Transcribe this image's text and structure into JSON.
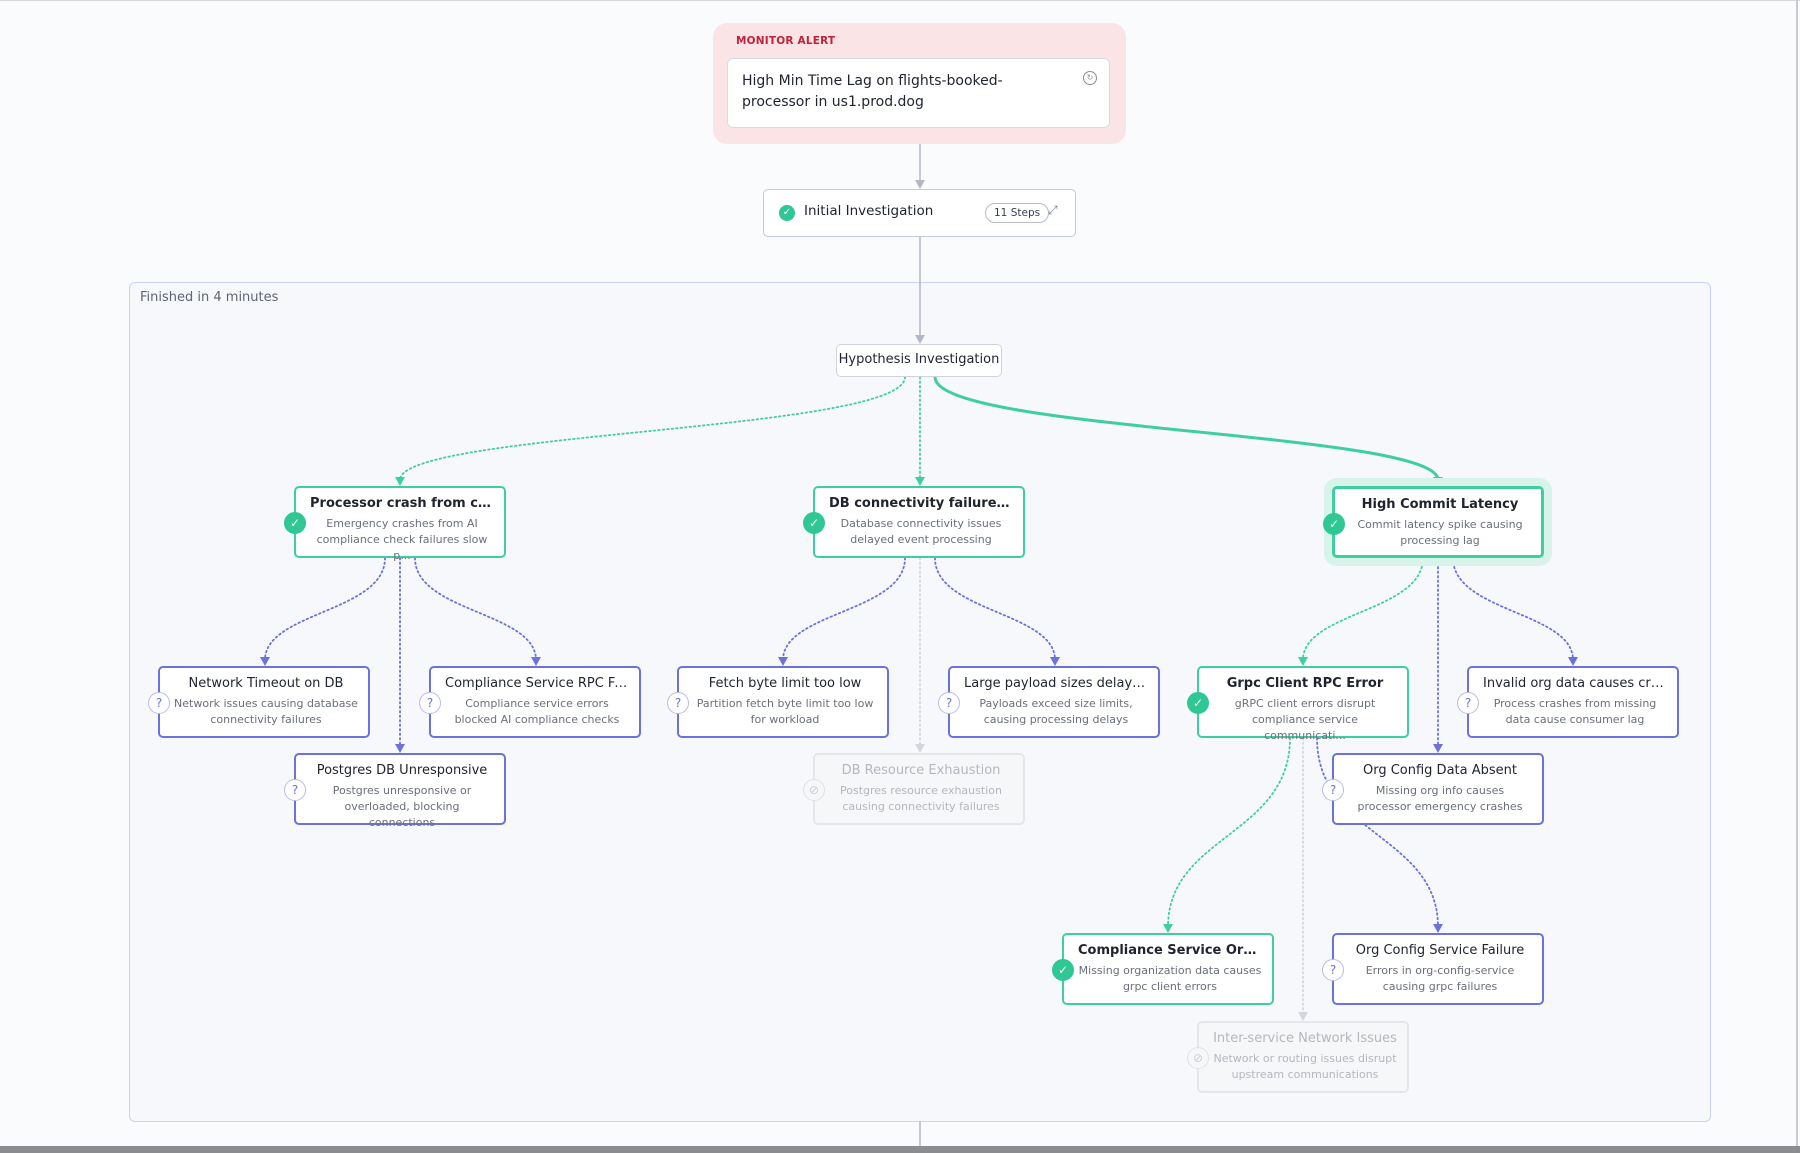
{
  "alert": {
    "label": "MONITOR ALERT",
    "title": "High Min Time Lag on flights-booked-processor in us1.prod.dog",
    "icon": "refresh-icon"
  },
  "initial": {
    "label": "Initial Investigation",
    "steps": "11 Steps",
    "status": "complete",
    "expand_icon": "expand-icon"
  },
  "group": {
    "label": "Finished in 4 minutes"
  },
  "hypothesis": {
    "label": "Hypothesis Investigation"
  },
  "colors": {
    "confirmed": "#3fcf9f",
    "pending": "#6b72d9",
    "ruled_out": "#d0d3d8",
    "alert_bg": "#fbe4e6",
    "alert_label": "#c0223a"
  },
  "nodes": [
    {
      "title": "Processor crash from com...",
      "desc": "Emergency crashes from AI compliance check failures slow p...",
      "status": "confirmed"
    },
    {
      "title": "DB connectivity failure ca...",
      "desc": "Database connectivity issues delayed event processing",
      "status": "confirmed"
    },
    {
      "title": "High Commit Latency",
      "desc": "Commit latency spike causing processing lag",
      "status": "confirmed",
      "selected": true
    },
    {
      "title": "Network Timeout on DB",
      "desc": "Network issues causing database connectivity failures",
      "status": "pending"
    },
    {
      "title": "Compliance Service RPC Fai...",
      "desc": "Compliance service errors blocked AI compliance checks",
      "status": "pending"
    },
    {
      "title": "Postgres DB Unresponsive",
      "desc": "Postgres unresponsive or overloaded, blocking connections",
      "status": "pending"
    },
    {
      "title": "Fetch byte limit too low",
      "desc": "Partition fetch byte limit too low for workload",
      "status": "pending"
    },
    {
      "title": "Large payload sizes delay c...",
      "desc": "Payloads exceed size limits, causing processing delays",
      "status": "pending"
    },
    {
      "title": "DB Resource Exhaustion",
      "desc": "Postgres resource exhaustion causing connectivity failures",
      "status": "ruled_out"
    },
    {
      "title": "Grpc Client RPC Error",
      "desc": "gRPC client errors disrupt compliance service communicati...",
      "status": "confirmed"
    },
    {
      "title": "Invalid org data causes cras...",
      "desc": "Process crashes from missing data cause consumer lag",
      "status": "pending"
    },
    {
      "title": "Org Config Data Absent",
      "desc": "Missing org info causes processor emergency crashes",
      "status": "pending"
    },
    {
      "title": "Compliance Service Org D...",
      "desc": "Missing organization data causes grpc client errors",
      "status": "confirmed"
    },
    {
      "title": "Org Config Service Failure",
      "desc": "Errors in org-config-service causing grpc failures",
      "status": "pending"
    },
    {
      "title": "Inter-service Network Issues",
      "desc": "Network or routing issues disrupt upstream communications",
      "status": "ruled_out"
    }
  ]
}
